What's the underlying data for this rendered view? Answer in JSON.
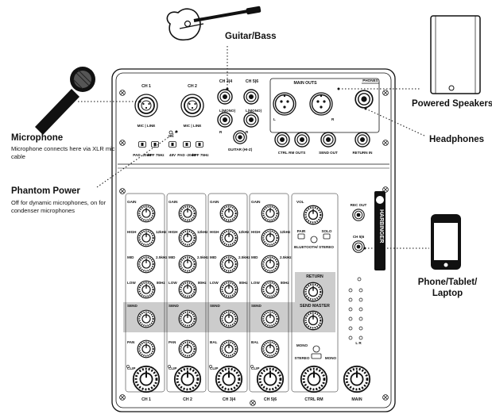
{
  "callouts": {
    "guitar": {
      "title": "Guitar/Bass"
    },
    "microphone": {
      "title": "Microphone",
      "desc": "Microphone connects here via XLR mic cable"
    },
    "phantom": {
      "title": "Phantom Power",
      "desc": "Off for dynamic microphones, on for condenser microphones"
    },
    "speakers": {
      "title": "Powered Speakers"
    },
    "headphones": {
      "title": "Headphones"
    },
    "phone": {
      "title": "Phone/Tablet/ Laptop"
    }
  },
  "mixer": {
    "brand": "HARBINGER",
    "top": {
      "ch1": "CH 1",
      "ch2": "CH 2",
      "ch34": "CH 3|4",
      "ch56": "CH 5|6",
      "mic_line": "MIC | LINE",
      "lmono": "L(MONO)",
      "r": "R",
      "guitar_hiz": "GUITAR (HI-Z)",
      "main_outs": "MAIN OUTS",
      "l": "L",
      "phones": "PHONES",
      "ctrl_rm_outs": "CTRL RM OUTS",
      "send_out": "SEND OUT",
      "return_in": "RETURN IN",
      "pad": "PAD -20dB",
      "hpf": "HPF 75Hz",
      "v48": "48V",
      "on": "ON"
    },
    "knobs": {
      "gain": "GAIN",
      "high": "HIGH",
      "mid": "MID",
      "low": "LOW",
      "send": "SEND",
      "pan": "PAN",
      "bal": "BAL",
      "f_high": "12kHz",
      "f_mid": "2.5kHz",
      "f_low": "80Hz",
      "clip": "CLIP",
      "vol": "VOL",
      "pair": "PAIR",
      "solo": "SOLO",
      "bluetooth": "BLUETOOTH/ STEREO",
      "return": "RETURN",
      "send_master": "SEND MASTER",
      "mono": "MONO",
      "stereo": "STEREO",
      "rec_out": "REC OUT",
      "ch_56": "CH 5|6",
      "lr": "L  R"
    },
    "bottom": {
      "ch1": "CH 1",
      "ch2": "CH 2",
      "ch34": "CH 3|4",
      "ch56": "CH 5|6",
      "ctrl": "CTRL RM",
      "main": "MAIN"
    }
  }
}
